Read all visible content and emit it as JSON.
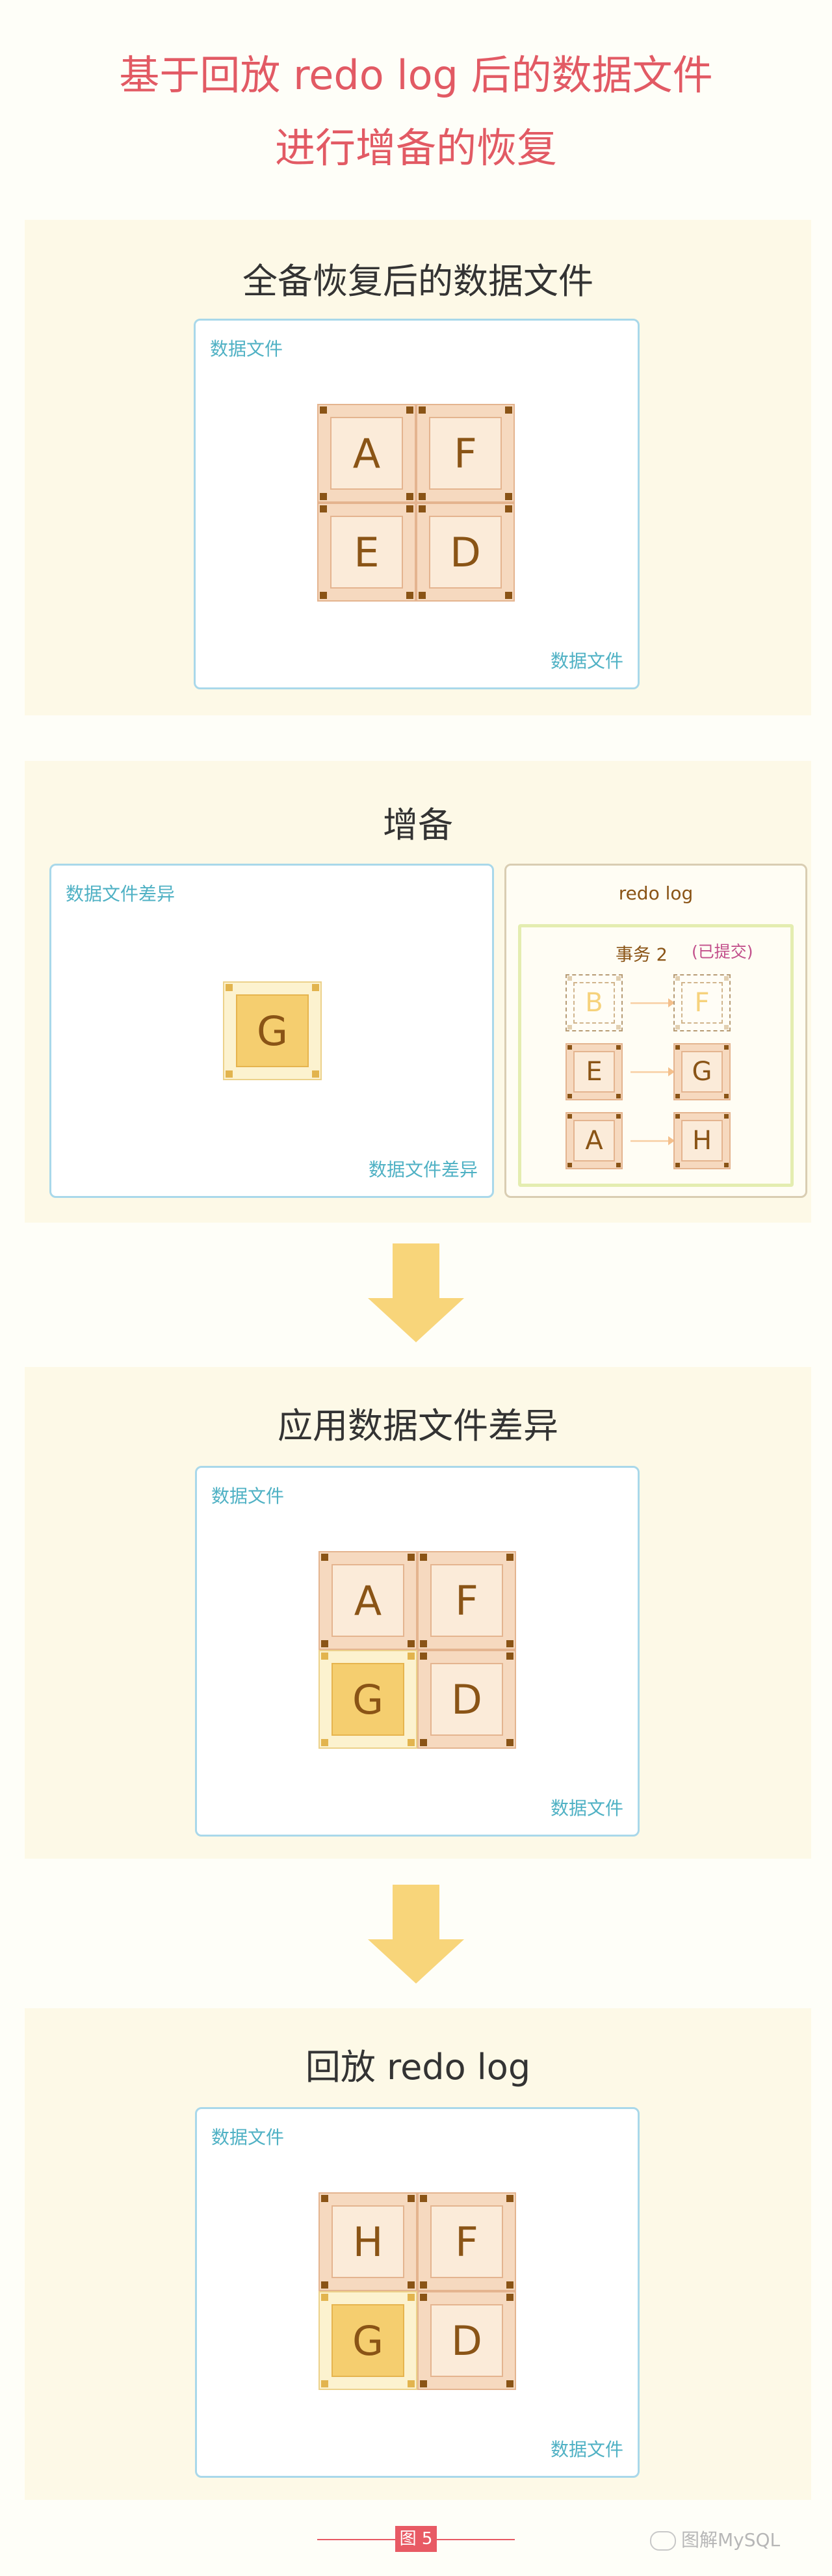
{
  "page_title": [
    "基于回放 redo log 后的数据文件",
    "进行增备的恢复"
  ],
  "sections": [
    {
      "title": "全备恢复后的数据文件",
      "panel_label_top": "数据文件",
      "panel_label_bottom": "数据文件",
      "blocks": [
        "A",
        "F",
        "E",
        "D"
      ]
    },
    {
      "title": "增备",
      "diff_label_top": "数据文件差异",
      "diff_label_bottom": "数据文件差异",
      "diff_block": "G",
      "redo": {
        "label": "redo log",
        "tx_label": "事务 2",
        "tx_status": "(已提交)",
        "pairs": [
          [
            "B",
            "F"
          ],
          [
            "E",
            "G"
          ],
          [
            "A",
            "H"
          ]
        ]
      }
    },
    {
      "title": "应用数据文件差异",
      "panel_label_top": "数据文件",
      "panel_label_bottom": "数据文件",
      "blocks": [
        "A",
        "F",
        "G",
        "D"
      ]
    },
    {
      "title": "回放 redo log",
      "panel_label_top": "数据文件",
      "panel_label_bottom": "数据文件",
      "blocks": [
        "H",
        "F",
        "G",
        "D"
      ]
    }
  ],
  "footer": {
    "figure_label": "图 5",
    "watermark": "图解MySQL"
  },
  "colors": {
    "title": "#e25a64",
    "panel_border": "#a9d8ea",
    "label": "#4fb1c4",
    "arrow": "#f8d57a"
  }
}
